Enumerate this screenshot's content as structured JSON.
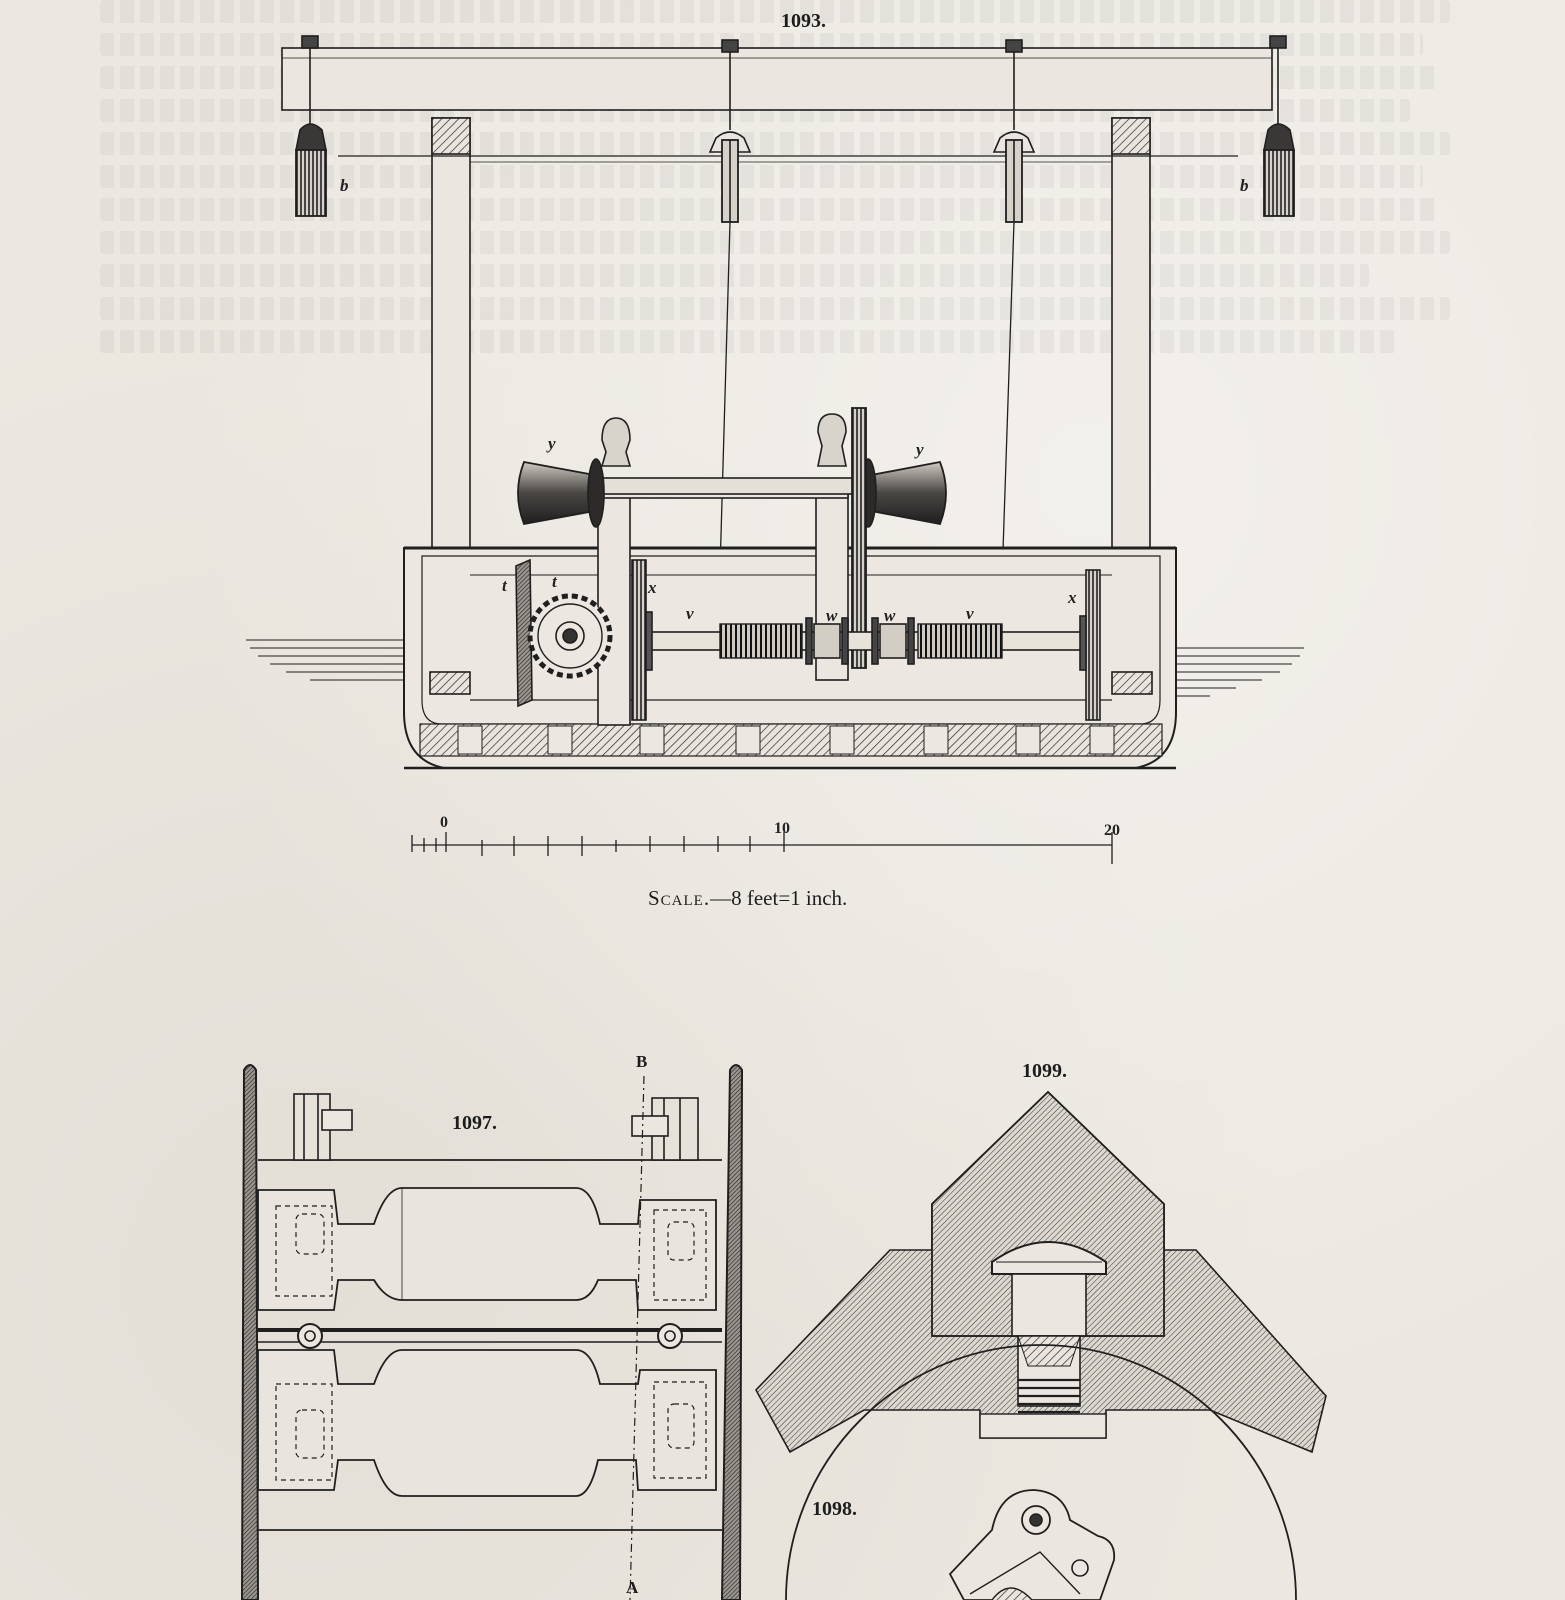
{
  "figures": {
    "fig1093": {
      "number": "1093."
    },
    "fig1097": {
      "number": "1097.",
      "section_top": "B",
      "section_bottom": "A"
    },
    "fig1098": {
      "number": "1098."
    },
    "fig1099": {
      "number": "1099."
    }
  },
  "callouts": {
    "b": "b",
    "y": "y",
    "t": "t",
    "x": "x",
    "v": "v",
    "w": "w"
  },
  "scale": {
    "tick_labels": [
      "0",
      "10",
      "20"
    ],
    "caption_prefix": "Scale.",
    "caption_value": "—8 feet=1 inch."
  }
}
